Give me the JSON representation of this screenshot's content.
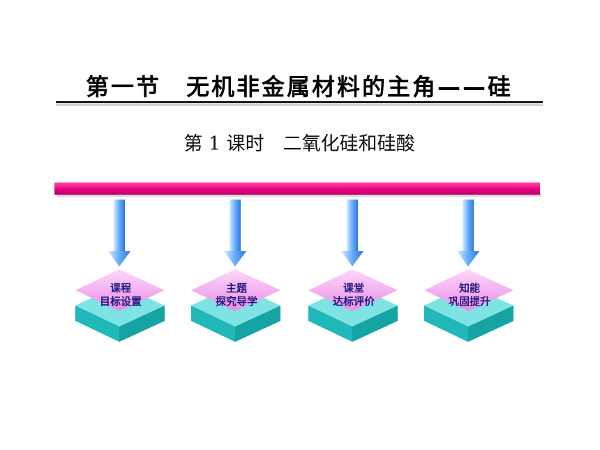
{
  "page": {
    "title": "第一节　无机非金属材料的主角——硅",
    "subtitle": "第 1 课时　二氧化硅和硅酸"
  },
  "colors": {
    "bar": "#e8007f",
    "arrow": "#4a90e2",
    "diamond_top": "#f5a8f0",
    "diamond_base": "#2cc9c9",
    "label_text": "#1f1a80"
  },
  "nodes": [
    {
      "line1": "课程",
      "line2": "目标设置",
      "icon": "down-arrow-icon"
    },
    {
      "line1": "主题",
      "line2": "探究导学",
      "icon": "down-arrow-icon"
    },
    {
      "line1": "课堂",
      "line2": "达标评价",
      "icon": "down-arrow-icon"
    },
    {
      "line1": "知能",
      "line2": "巩固提升",
      "icon": "down-arrow-icon"
    }
  ]
}
